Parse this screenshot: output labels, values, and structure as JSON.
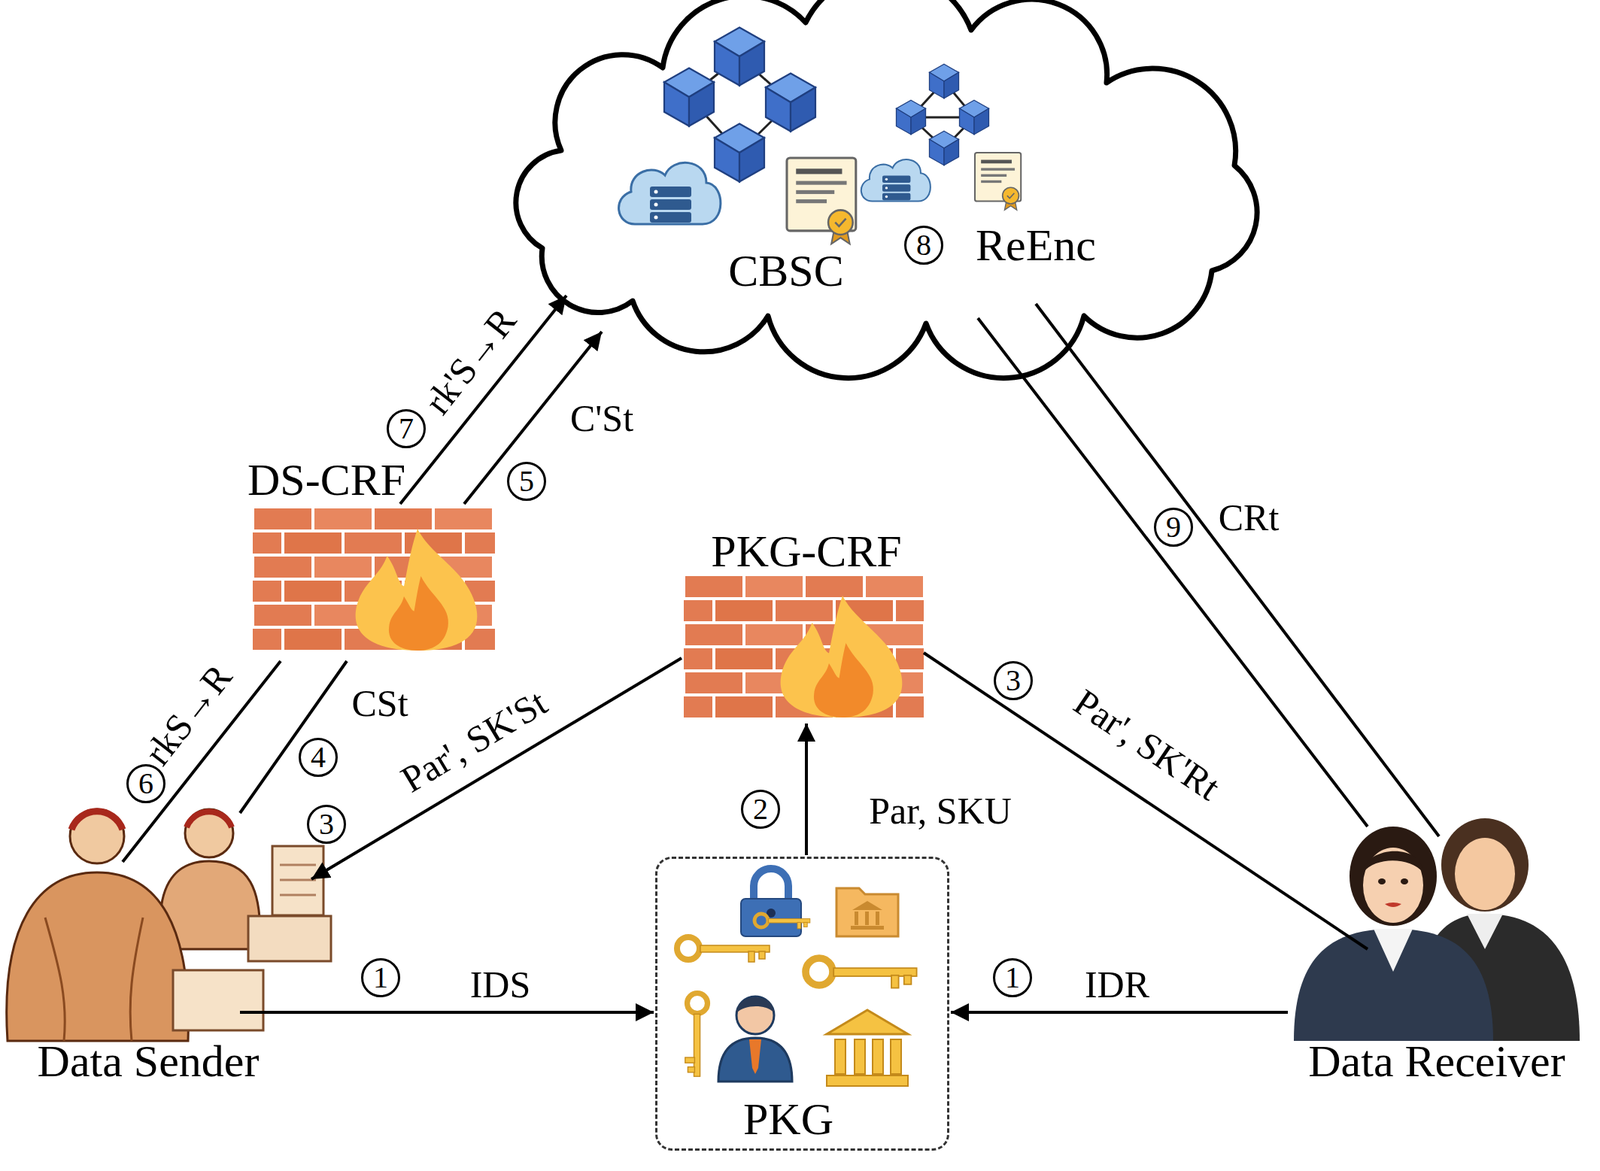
{
  "diagram": {
    "nodes": [
      {
        "text": [
          "CBSC",
          "ReEnc"
        ]
      },
      {
        "text": [
          "DS-CRF"
        ]
      },
      {
        "text": [
          "PKG-CRF"
        ]
      },
      {
        "text": [
          "Data Sender"
        ]
      },
      {
        "text": [
          "PKG"
        ]
      },
      {
        "text": [
          "Data Receiver"
        ]
      }
    ],
    "edges": [
      {
        "from": 3,
        "to": 4,
        "label": "IDS",
        "arrow": "to"
      },
      {
        "from": 5,
        "to": 4,
        "label": "IDR",
        "arrow": "to"
      },
      {
        "from": 4,
        "to": 2,
        "label": "Par, SKU",
        "arrow": "to"
      },
      {
        "from": 2,
        "to": 3,
        "label": "Par', SK'St",
        "arrow": "to"
      },
      {
        "from": 2,
        "to": 5,
        "label": "Par', SK'Rt",
        "arrow": "none"
      },
      {
        "from": 3,
        "to": 1,
        "label": "CSt",
        "arrow": "none"
      },
      {
        "from": 3,
        "to": 1,
        "label": "rkS→R",
        "arrow": "none"
      },
      {
        "from": 1,
        "to": 0,
        "label": "C'St",
        "arrow": "to"
      },
      {
        "from": 1,
        "to": 0,
        "label": "rk'S→R",
        "arrow": "to"
      },
      {
        "from": 0,
        "to": 5,
        "label": "CRt",
        "arrow": "none"
      },
      {
        "from": 0,
        "to": 5,
        "arrow": "none"
      }
    ],
    "labels": [
      "8",
      "7",
      "5",
      "9",
      "3",
      "4",
      "6",
      "2",
      "3",
      "1",
      "1"
    ]
  }
}
